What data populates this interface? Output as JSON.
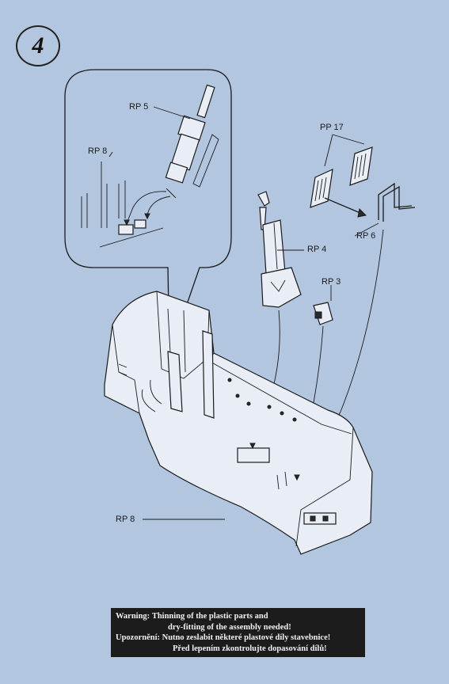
{
  "step": {
    "number": "4"
  },
  "labels": {
    "rp5": "RP 5",
    "rp8_detail": "RP 8",
    "pp17": "PP 17",
    "rp6": "RP 6",
    "rp4": "RP 4",
    "rp3": "RP 3",
    "rp8_main": "RP 8"
  },
  "warning": {
    "en_key": "Warning:",
    "en_line1": "Thinning of the plastic parts and",
    "en_line2": "dry-fitting of the assembly needed!",
    "cz_key": "Upozornění:",
    "cz_line1": "Nutno zeslabit některé plastové díly stavebnice!",
    "cz_line2": "Před lepením zkontrolujte dopasování dílů!"
  },
  "colors": {
    "paper": "#b3c6e0",
    "ink": "#1a1a1a",
    "banner": "#1c1c1c"
  }
}
